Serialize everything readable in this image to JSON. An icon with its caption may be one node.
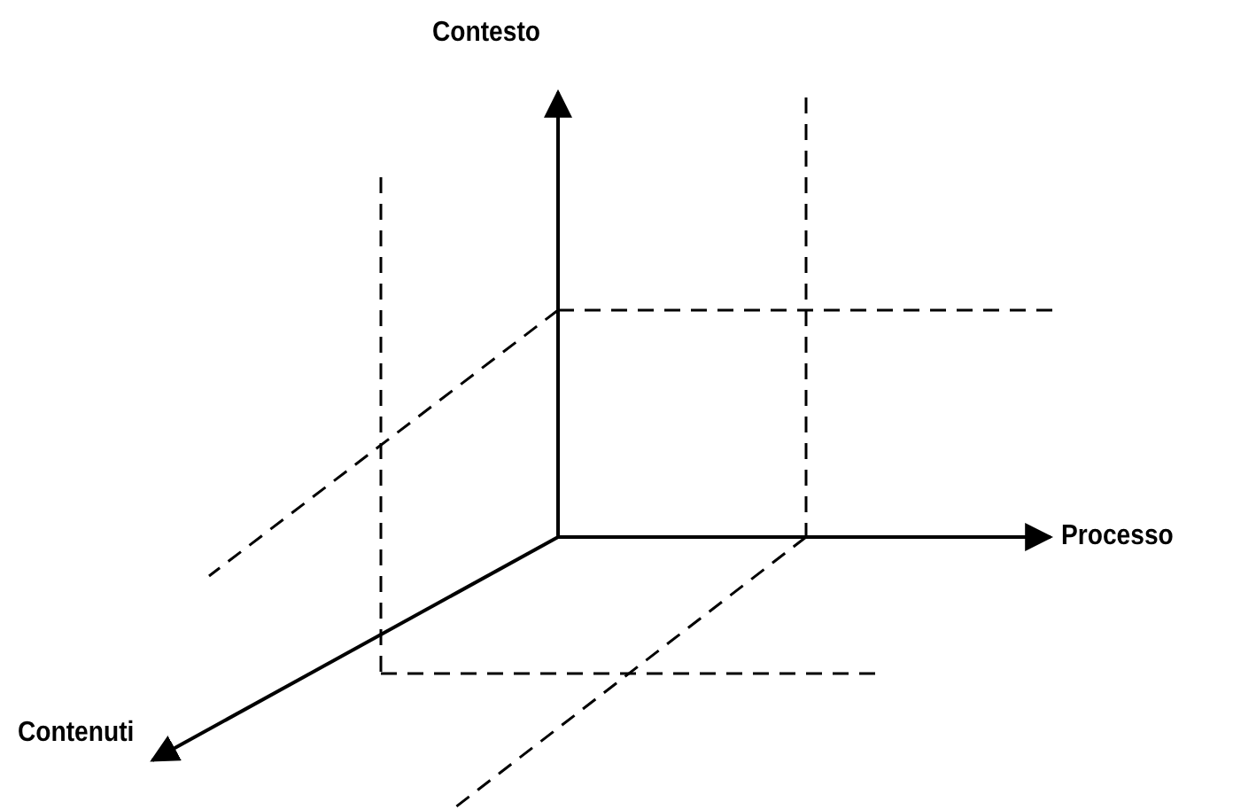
{
  "diagram": {
    "labels": [
      "Contesto",
      "Processo",
      "Contenuti"
    ]
  }
}
